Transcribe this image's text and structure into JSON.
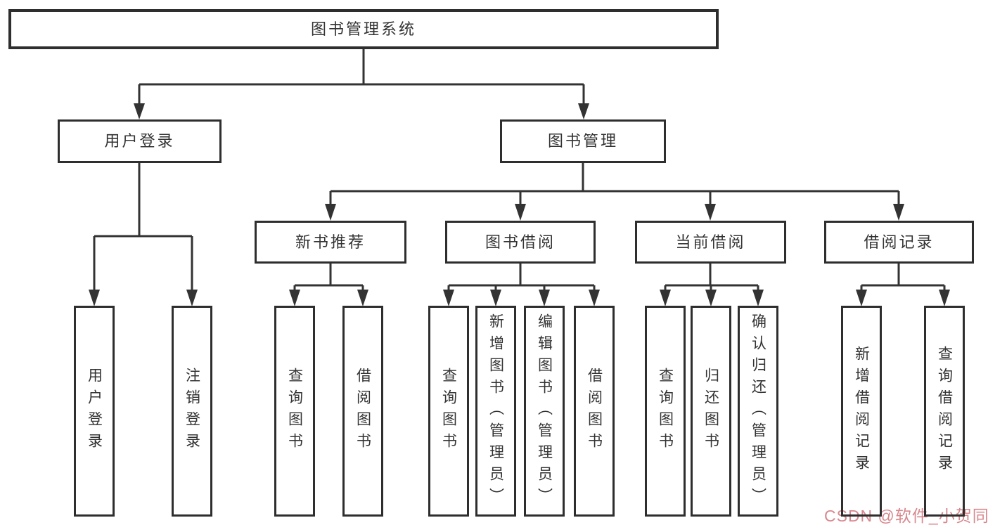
{
  "nodes": {
    "root": {
      "label": "图书管理系统"
    },
    "user_login": {
      "label": "用户登录"
    },
    "book_management": {
      "label": "图书管理"
    },
    "new_book_recommend": {
      "label": "新书推荐"
    },
    "book_borrow": {
      "label": "图书借阅"
    },
    "current_borrow": {
      "label": "当前借阅"
    },
    "borrow_records": {
      "label": "借阅记录"
    },
    "leaf_user_login": {
      "label": "用户登录"
    },
    "leaf_logout": {
      "label": "注销登录"
    },
    "leaf_query_book_1": {
      "label": "查询图书"
    },
    "leaf_borrow_book_1": {
      "label": "借阅图书"
    },
    "leaf_query_book_2": {
      "label": "查询图书"
    },
    "leaf_add_book_admin": {
      "label": "新增图书（管理员）"
    },
    "leaf_edit_book_admin": {
      "label": "编辑图书（管理员）"
    },
    "leaf_borrow_book_2": {
      "label": "借阅图书"
    },
    "leaf_query_book_3": {
      "label": "查询图书"
    },
    "leaf_return_book": {
      "label": "归还图书"
    },
    "leaf_confirm_return_admin": {
      "label": "确认归还（管理员）"
    },
    "leaf_add_borrow_record": {
      "label": "新增借阅记录"
    },
    "leaf_query_borrow_record": {
      "label": "查询借阅记录"
    }
  },
  "watermark": {
    "text": "CSDN @软件_小贺同学"
  },
  "colors": {
    "background": "#FFFFFF",
    "box_border": "#2E2E2E",
    "connector_line": "#333333",
    "text": "#333333",
    "watermark_text": "#D8878D"
  }
}
